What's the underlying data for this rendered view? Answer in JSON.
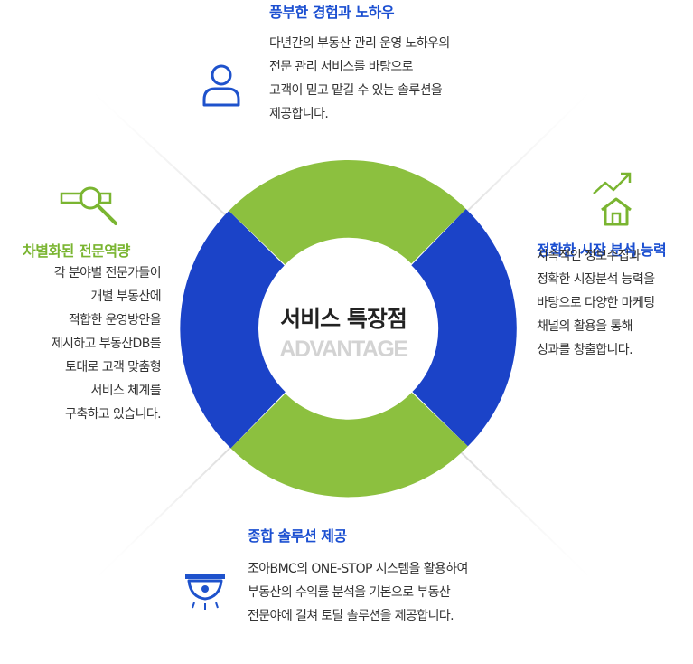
{
  "center": {
    "title": "서비스 특장점",
    "subtitle": "ADVANTAGE"
  },
  "colors": {
    "ring_green": "#8cc03f",
    "ring_blue": "#1b43c8",
    "title_blue": "#1b4fd1",
    "title_green": "#7ab531",
    "icon_blue": "#1e52cc",
    "icon_green": "#7ab531"
  },
  "features": {
    "top": {
      "icon": "user-icon",
      "title": "풍부한 경험과 노하우",
      "lines": [
        "다년간의 부동산 관리 운영 노하우의",
        "전문 관리 서비스를 바탕으로",
        "고객이 믿고 맡길 수 있는 솔루션을",
        "제공합니다."
      ]
    },
    "right": {
      "icon": "growth-house-icon",
      "title": "정확한 시장 분석 능력",
      "lines": [
        "지속적인 정보수집과",
        "정확한 시장분석 능력을",
        "바탕으로 다양한 마케팅",
        "채널의 활용을 통해",
        "성과를 창출합니다."
      ]
    },
    "left": {
      "icon": "magnifier-icon",
      "title": "차별화된 전문역량",
      "lines": [
        "각 분야별 전문가들이",
        "개별 부동산에",
        "적합한 운영방안을",
        "제시하고 부동산DB를",
        "토대로 고객 맞춤형",
        "서비스 체계를",
        "구축하고 있습니다."
      ]
    },
    "bottom": {
      "icon": "camera-eye-icon",
      "title": "종합 솔루션 제공",
      "lines": [
        "조아BMC의 ONE-STOP 시스템을 활용하여",
        "부동산의 수익률 분석을 기본으로 부동산",
        "전문야에 걸쳐 토탈 솔루션을 제공합니다."
      ]
    }
  }
}
